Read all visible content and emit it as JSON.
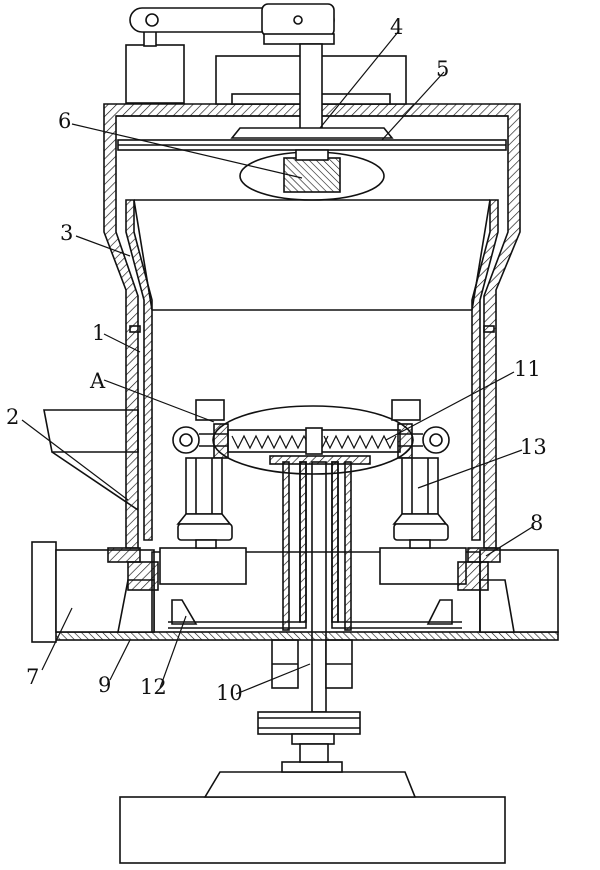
{
  "labels": {
    "l1": "1",
    "l2": "2",
    "l3": "3",
    "l4": "4",
    "l5": "5",
    "l6": "6",
    "l7": "7",
    "l8": "8",
    "l9": "9",
    "l10": "10",
    "l11": "11",
    "l12": "12",
    "l13": "13",
    "lA": "A"
  },
  "colors": {
    "line": "#111111",
    "background": "#ffffff"
  }
}
